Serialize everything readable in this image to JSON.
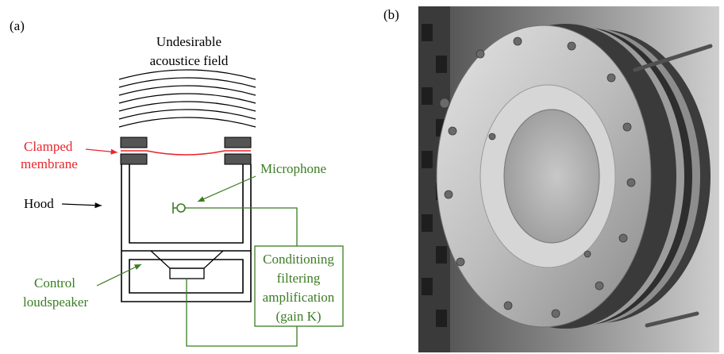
{
  "panel_a": {
    "label": "(a)",
    "field_title_line1": "Undesirable",
    "field_title_line2": "acoustice field",
    "membrane_line1": "Clamped",
    "membrane_line2": "membrane",
    "hood_label": "Hood",
    "microphone_label": "Microphone",
    "speaker_line1": "Control",
    "speaker_line2": "loudspeaker",
    "box_line1": "Conditioning",
    "box_line2": "filtering",
    "box_line3": "amplification",
    "box_line4": "(gain K)"
  },
  "panel_b": {
    "label": "(b)"
  },
  "colors": {
    "membrane": "#e8252b",
    "control": "#3a7d22",
    "line": "#000000",
    "clamp": "#555555"
  }
}
